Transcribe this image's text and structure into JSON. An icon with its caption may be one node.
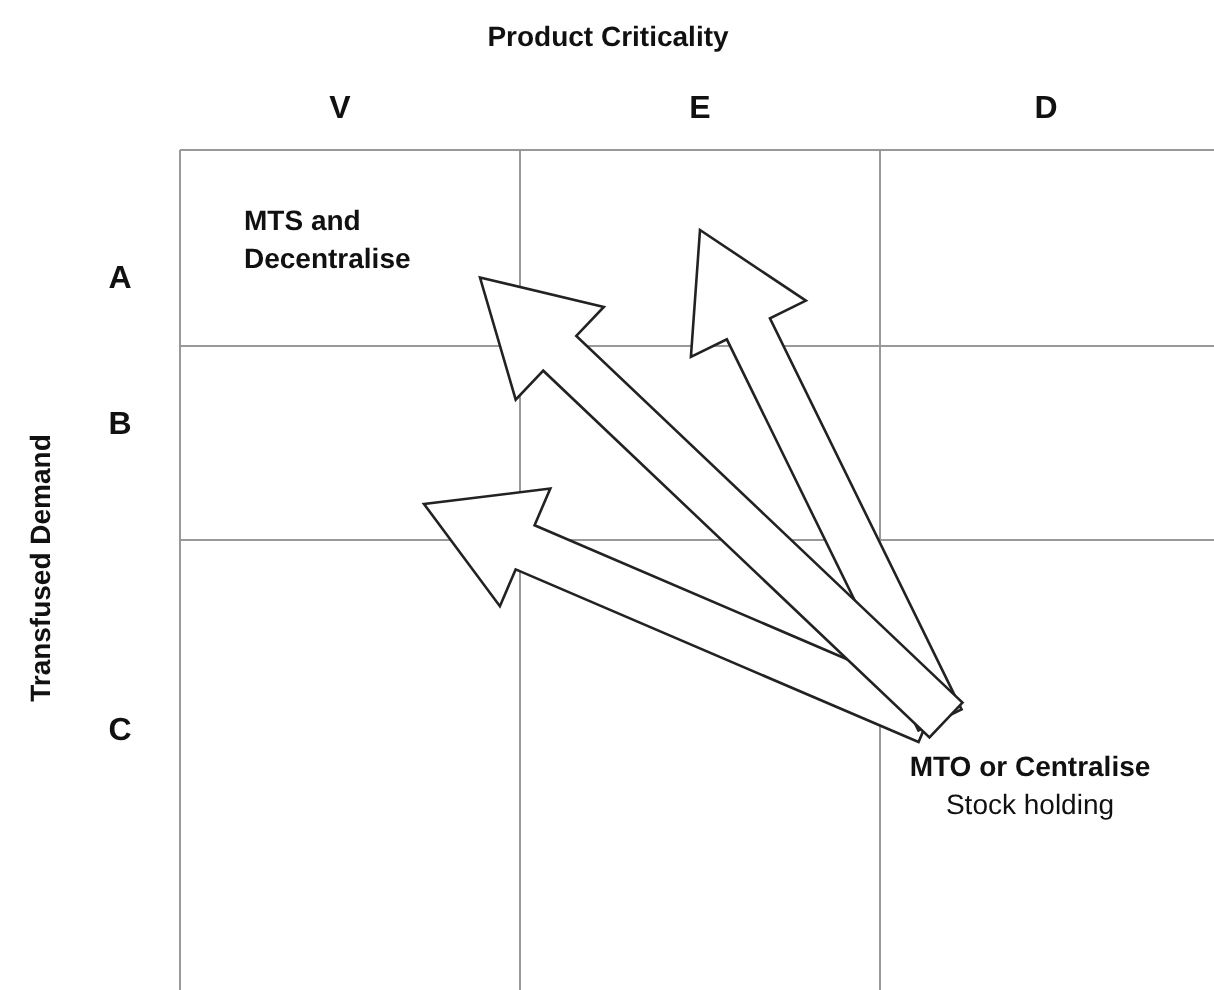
{
  "diagram": {
    "nodes": [
      {
        "text": [
          "MTS and Decentralise"
        ]
      },
      {
        "text": [
          "MTO or Centralise",
          "Stock holding"
        ]
      }
    ],
    "edges": [
      {
        "from": 1,
        "to": 0,
        "arrow": "to"
      },
      {
        "from": 1,
        "to": null,
        "arrow": "to"
      },
      {
        "from": 1,
        "to": null,
        "arrow": "to"
      }
    ],
    "labels": [
      "Product Criticality",
      "V",
      "E",
      "D",
      "A",
      "B",
      "C",
      "Transfused Demand"
    ]
  }
}
